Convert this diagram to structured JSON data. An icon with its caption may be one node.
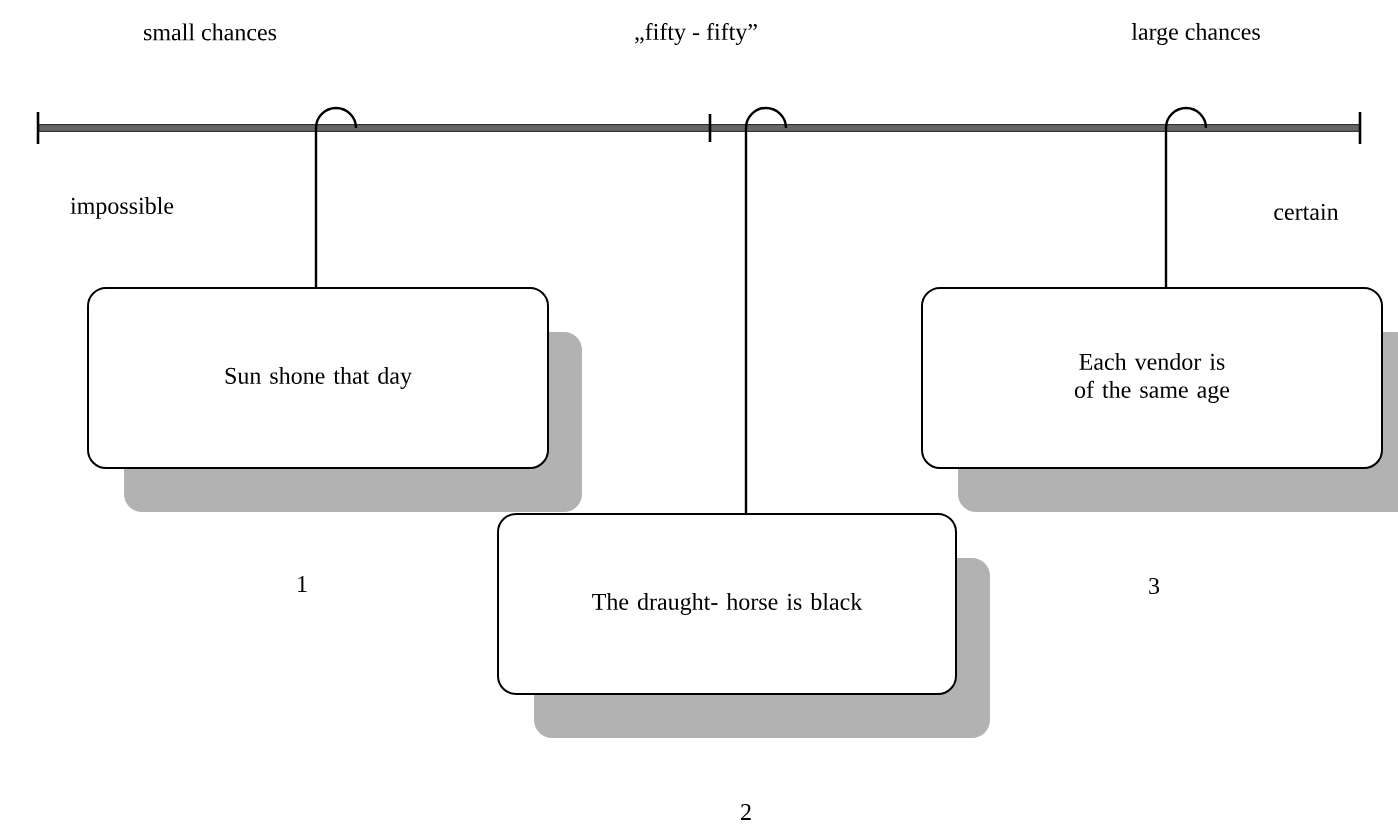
{
  "diagram": {
    "nodes": [
      {
        "text": [],
        "shape": "bar"
      },
      {
        "text": [
          "Sun shone that day"
        ]
      },
      {
        "text": [
          "The draught- horse is black"
        ]
      },
      {
        "text": [
          "Each vendor is of the same age"
        ]
      }
    ],
    "edges": [
      {
        "from": 0,
        "to": 1,
        "arrow": "none"
      },
      {
        "from": 0,
        "to": 2,
        "arrow": "none"
      },
      {
        "from": 0,
        "to": 3,
        "arrow": "none"
      }
    ],
    "labels": [
      "small chances",
      "„fifty - fifty”",
      "large chances",
      "impossible",
      "certain",
      "1",
      "3",
      "2"
    ]
  }
}
